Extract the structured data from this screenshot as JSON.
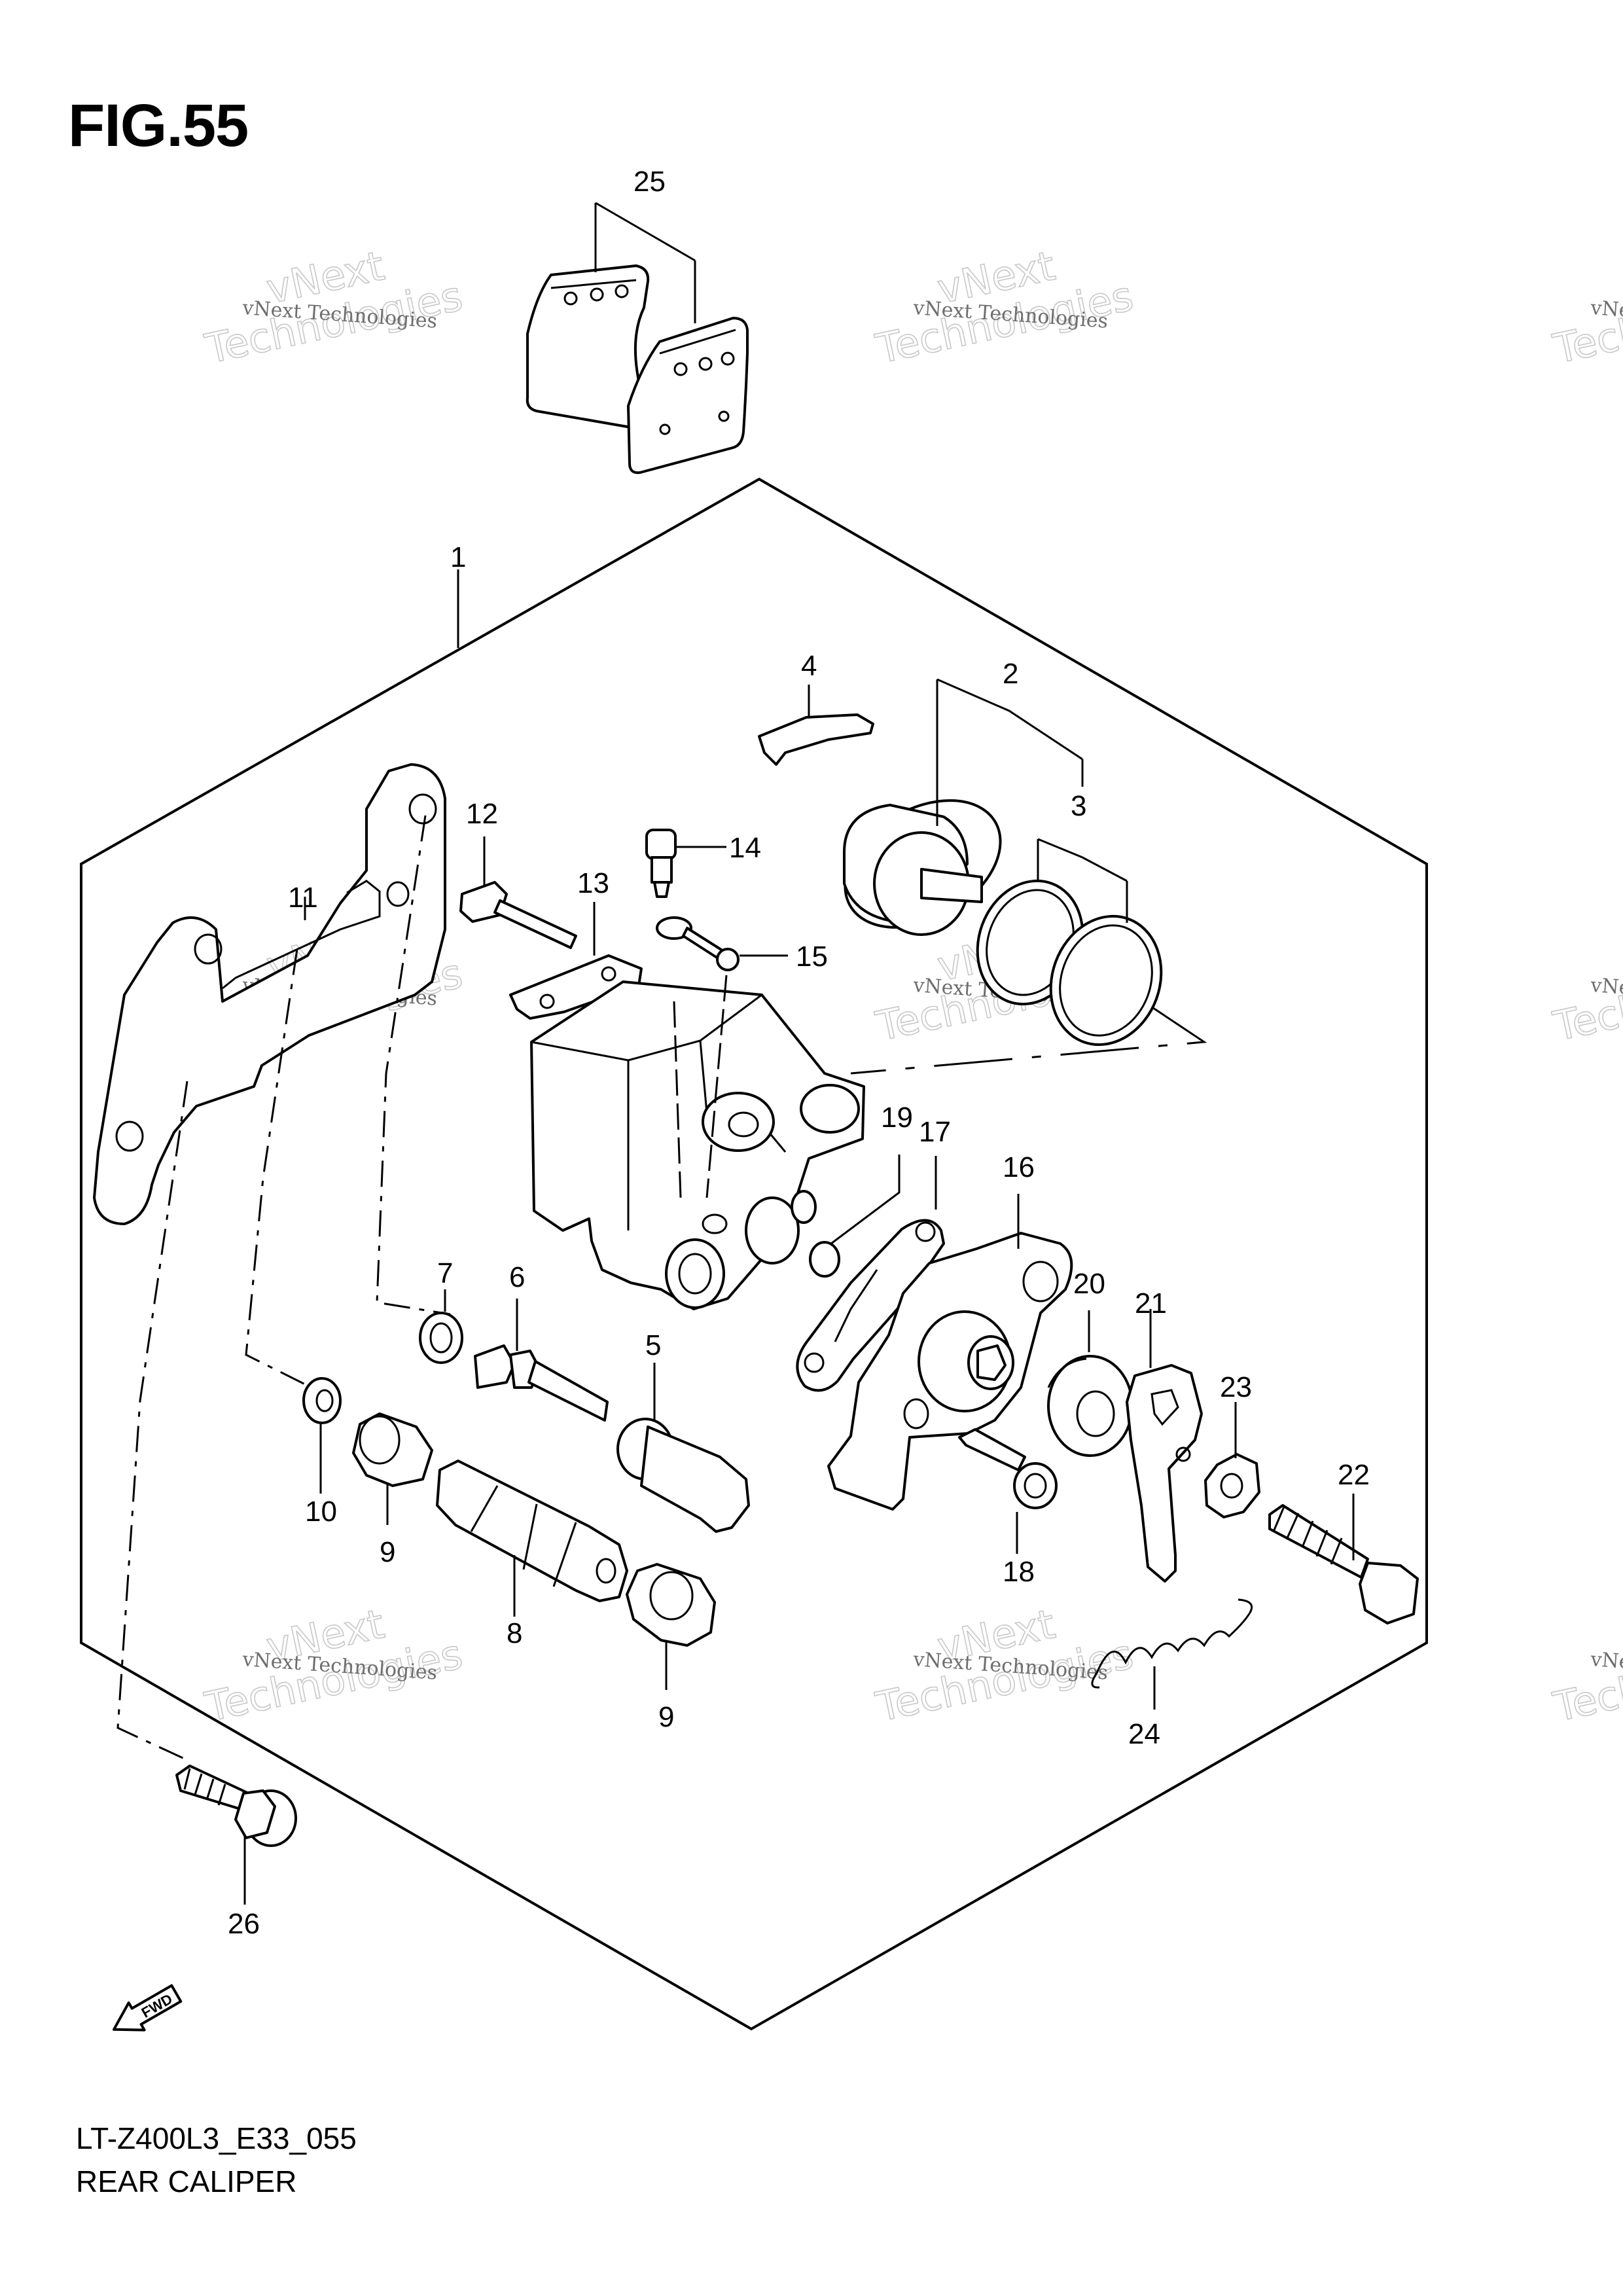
{
  "figure": {
    "title": "FIG.55"
  },
  "footer": {
    "code": "LT-Z400L3_E33_055",
    "name": "REAR CALIPER"
  },
  "watermark": {
    "line1": "vNext Technologies",
    "line2": "vNext",
    "line3": "Technologies"
  },
  "fwd_label": "FWD",
  "callouts": {
    "c1": "1",
    "c2": "2",
    "c3": "3",
    "c4": "4",
    "c5": "5",
    "c6": "6",
    "c7": "7",
    "c8": "8",
    "c9a": "9",
    "c9b": "9",
    "c10": "10",
    "c11": "11",
    "c12": "12",
    "c13": "13",
    "c14": "14",
    "c15": "15",
    "c16": "16",
    "c17": "17",
    "c18": "18",
    "c19": "19",
    "c20": "20",
    "c21": "21",
    "c22": "22",
    "c23": "23",
    "c24": "24",
    "c25": "25",
    "c26": "26"
  }
}
